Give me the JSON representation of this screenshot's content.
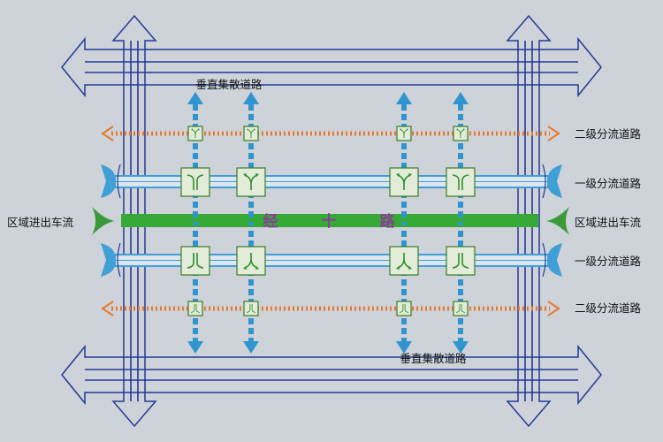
{
  "labels": {
    "vertical_collector_top": "垂直集散道路",
    "vertical_collector_bottom": "垂直集散道路",
    "secondary_top": "二级分流道路",
    "primary_top": "一级分流道路",
    "regional_left": "区域进出车流",
    "regional_right": "区域进出车流",
    "primary_bottom": "一级分流道路",
    "secondary_bottom": "二级分流道路"
  },
  "main_road": {
    "chars": [
      "经",
      "十",
      "路"
    ]
  },
  "colors": {
    "background": "#ced3d9",
    "frame": "#243a97",
    "primary_road": "#3ea0d6",
    "secondary_road": "#e8792a",
    "collector": "#2f95cf",
    "main_road": "#36a936",
    "main_road_text": "#8a3d9a",
    "junction_fill": "#e3ecd8",
    "junction_border": "#3b7a2b",
    "junction_arrow": "#2f8f2f",
    "regional_flow": "#3a9a3a"
  }
}
